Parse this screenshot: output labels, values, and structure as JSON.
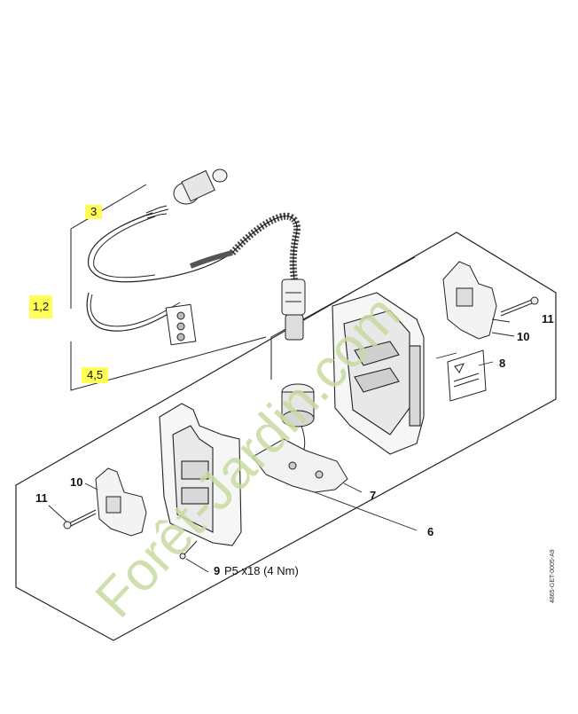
{
  "callouts": {
    "c3": "3",
    "c12": "1,2",
    "c45": "4,5",
    "c11a": "11",
    "c10a": "10",
    "c8": "8",
    "c7": "7",
    "c6": "6",
    "c10b": "10",
    "c11b": "11",
    "c9": "9",
    "c9_spec": "P5 x18 (4 Nm)"
  },
  "watermark_text": "Forêt-Jardin.com",
  "doc_code": "4865-GET-0005-A9",
  "colors": {
    "highlight": "#ffff55",
    "watermark_green": "#c7dba0",
    "watermark_orange": "#f3c890",
    "line": "#222222"
  }
}
